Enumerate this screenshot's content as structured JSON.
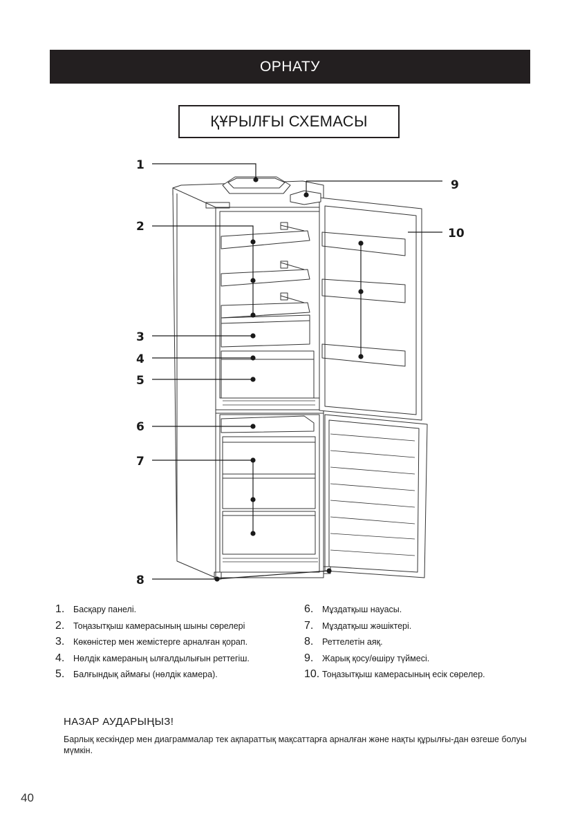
{
  "header": {
    "title": "ОРНАТУ"
  },
  "section": {
    "title": "ҚҰРЫЛҒЫ СХЕМАСЫ"
  },
  "callouts": [
    "1",
    "2",
    "3",
    "4",
    "5",
    "6",
    "7",
    "8",
    "9",
    "10"
  ],
  "legend": {
    "left": [
      {
        "num": "1.",
        "text": "Басқару панелі."
      },
      {
        "num": "2.",
        "text": "Тоңазытқыш камерасының шыны сөрелері"
      },
      {
        "num": "3.",
        "text": "Көкөністер мен жемістерге арналған қорап."
      },
      {
        "num": "4.",
        "text": "Нөлдік камераның ылғалдылығын реттегіш."
      },
      {
        "num": "5.",
        "text": "Балғындық аймағы (нөлдік камера)."
      }
    ],
    "right": [
      {
        "num": "6.",
        "text": "Мұздатқыш науасы."
      },
      {
        "num": "7.",
        "text": "Мұздатқыш жәшіктері."
      },
      {
        "num": "8.",
        "text": "Реттелетін аяқ."
      },
      {
        "num": "9.",
        "text": "Жарық қосу/өшіру түймесі."
      },
      {
        "num": "10.",
        "text": "Тоңазытқыш камерасының есік сөрелер."
      }
    ]
  },
  "notice": {
    "title": "НАЗАР АУДАРЫҢЫЗ!",
    "text": "Барлық кескіндер мен диаграммалар тек ақпараттық мақсаттарға арналған және нақты құрылғы-дан өзгеше болуы мүмкін."
  },
  "page_number": "40"
}
